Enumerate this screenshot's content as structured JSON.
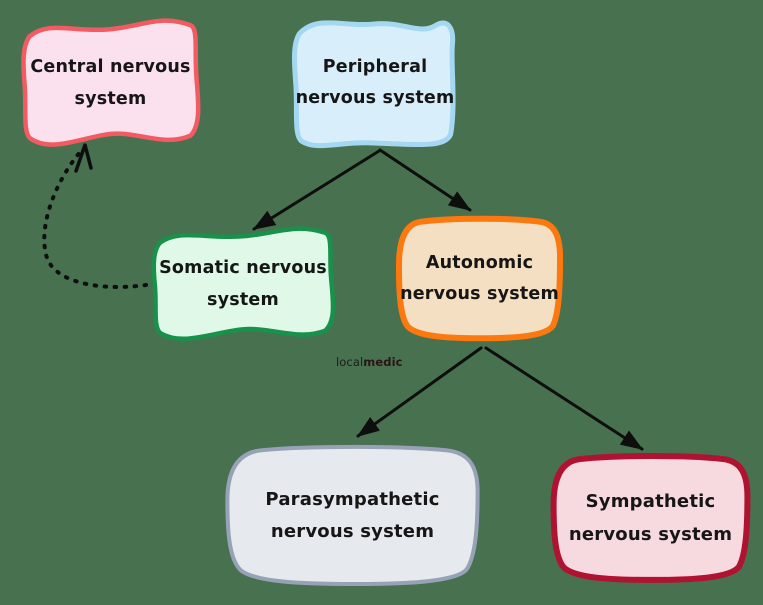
{
  "title": "Nervous system hierarchy diagram",
  "colors": {
    "background": "#48714F",
    "arrow": "#0e0e0e"
  },
  "watermark": {
    "part1": "local",
    "part2": "medic"
  },
  "boxes": [
    {
      "id": "central-nervous-system",
      "line1": "Central nervous",
      "line2": "system",
      "label": "Central nervous system",
      "fill": "#FBE1EE",
      "stroke": "#F25B62"
    },
    {
      "id": "peripheral-nervous-system",
      "line1": "Peripheral",
      "line2": "nervous system",
      "label": "Peripheral nervous system",
      "fill": "#D8EFFB",
      "stroke": "#A4D7F2"
    },
    {
      "id": "somatic-nervous-system",
      "line1": "Somatic nervous",
      "line2": "system",
      "label": "Somatic nervous system",
      "fill": "#DFF8E7",
      "stroke": "#18914B"
    },
    {
      "id": "autonomic-nervous-system",
      "line1": "Autonomic",
      "line2": "nervous system",
      "label": "Autonomic nervous system",
      "fill": "#F5DFC3",
      "stroke": "#FB790F"
    },
    {
      "id": "parasympathetic-nervous-system",
      "line1": "Parasympathetic",
      "line2": "nervous system",
      "label": "Parasympathetic nervous system",
      "fill": "#E6E9ED",
      "stroke": "#97A2B7"
    },
    {
      "id": "sympathetic-nervous-system",
      "line1": "Sympathetic",
      "line2": "nervous system",
      "label": "Sympathetic nervous system",
      "fill": "#F7DAE0",
      "stroke": "#B01331"
    }
  ],
  "connections": [
    {
      "from": "Peripheral nervous system",
      "to": "Somatic nervous system",
      "style": "solid"
    },
    {
      "from": "Peripheral nervous system",
      "to": "Autonomic nervous system",
      "style": "solid"
    },
    {
      "from": "Somatic nervous system",
      "to": "Central nervous system",
      "style": "dotted"
    },
    {
      "from": "Autonomic nervous system",
      "to": "Parasympathetic nervous system",
      "style": "solid"
    },
    {
      "from": "Autonomic nervous system",
      "to": "Sympathetic nervous system",
      "style": "solid"
    }
  ]
}
